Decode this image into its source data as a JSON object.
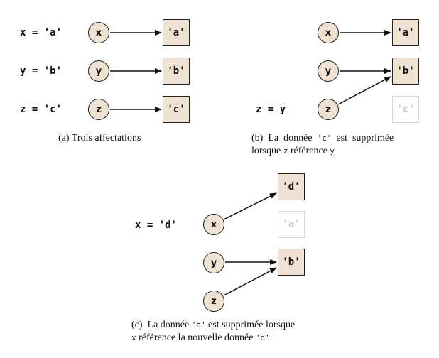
{
  "panel_a": {
    "assignments": [
      "x = 'a'",
      "y = 'b'",
      "z = 'c'"
    ],
    "variables": [
      "x",
      "y",
      "z"
    ],
    "values": [
      "'a'",
      "'b'",
      "'c'"
    ],
    "caption": "(a)  Trois affectations"
  },
  "panel_b": {
    "assignment": "z = y",
    "variables": [
      "x",
      "y",
      "z"
    ],
    "values": [
      "'a'",
      "'b'",
      "'c'"
    ],
    "caption": {
      "prefix": "(b)  La  donnée  ",
      "code1": "'c'",
      "middle": "  est  supprimée",
      "line2_prefix": "lorsque ",
      "code2": "z",
      "line2_middle": " référence ",
      "code3": "y"
    }
  },
  "panel_c": {
    "assignment": "x = 'd'",
    "variables": [
      "x",
      "y",
      "z"
    ],
    "values": [
      "'d'",
      "'a'",
      "'b'"
    ],
    "caption": {
      "prefix": "(c)  La donnée ",
      "code1": "'a'",
      "middle": " est supprimée lorsque",
      "code2": "x",
      "line2_middle": " référence la nouvelle donnée ",
      "code3": "'d'"
    }
  }
}
